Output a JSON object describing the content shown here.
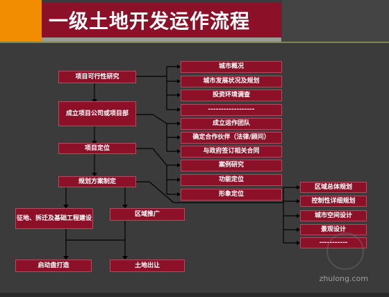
{
  "title": "一级土地开发运作流程",
  "flow": {
    "feasibility": "项目可行性研究",
    "company": "成立项目公司或项目部",
    "positioning": "项目定位",
    "planning": "规划方案制定",
    "demolition": "征地、拆迁及基础工程建设",
    "promotion": "区域推广",
    "launch": "启动盘打造",
    "land_sale": "土地出让"
  },
  "research_items": [
    "城市概况",
    "城市发展状况及规划",
    "投资环境调查",
    "------------------"
  ],
  "company_items": [
    "成立运作团队",
    "确定合作伙伴（法律/顾问）",
    "与政府签订相关合同"
  ],
  "positioning_items": [
    "案例研究",
    "功能定位",
    "形象定位"
  ],
  "planning_items": [
    "区域总体规划",
    "控制性详细规划",
    "城市空间设计",
    "景观设计",
    "-----------"
  ],
  "watermark": "zhulong.com",
  "colors": {
    "box": "#8b1028",
    "accent": "#f28c00",
    "line": "#000000",
    "background": "#3b3b3b"
  }
}
